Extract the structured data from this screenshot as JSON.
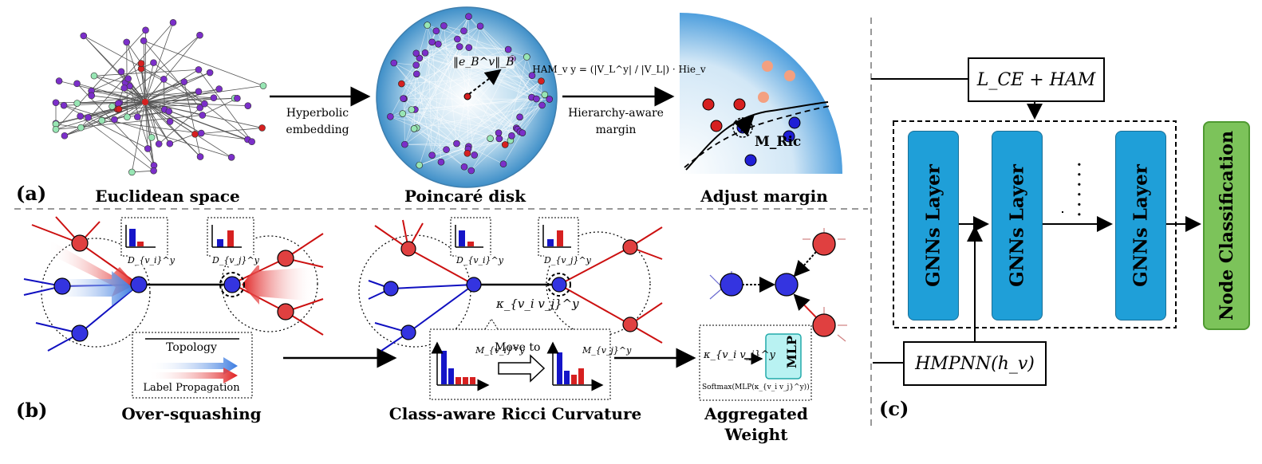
{
  "panel_a": {
    "label": "(a)",
    "euclidean_caption": "Euclidean space",
    "poincare_caption": "Poincaré disk",
    "adjust_caption": "Adjust margin",
    "arrow1_line1": "Hyperbolic",
    "arrow1_line2": "embedding",
    "formula": "HAM_v y = (|V_L^y| / |V_L|) · Hie_v",
    "arrow2_line1": "Hierarchy-aware",
    "arrow2_line2": "margin",
    "norm_label": "‖e_B^v‖_B",
    "margin_label": "M_Ric"
  },
  "panel_b": {
    "label": "(b)",
    "oversquash_caption": "Over-squashing",
    "ricci_caption": "Class-aware Ricci Curvature",
    "aggregated_caption_1": "Aggregated",
    "aggregated_caption_2": "Weight",
    "legend_topology": "Topology",
    "legend_label_prop": "Label Propagation",
    "dist_vi": "D_{v_i}^y",
    "dist_vj": "D_{v_j}^y",
    "kappa": "κ_{v_i v_j}^y",
    "move_to": "Move to",
    "m_vi": "M_{v_i}^y",
    "m_vj": "M_{v_j}^y",
    "mlp": "MLP",
    "softmax": "Softmax(MLP(κ_{v_i v_j}^y))"
  },
  "panel_c": {
    "label": "(c)",
    "loss": "L_CE + HAM",
    "gnn_layer": "GNNs Layer",
    "dots": "· · · · · ·",
    "node_classification": "Node Classification",
    "hmpnn": "HMPNN(h_v)"
  },
  "colors": {
    "purple": "#7b2fc9",
    "green": "#98e6b4",
    "red": "#d62020",
    "blue": "#3b3bdc",
    "gnn_blue": "#1f9fd8",
    "node_green": "#7cc35a",
    "orange": "#f4a080"
  }
}
